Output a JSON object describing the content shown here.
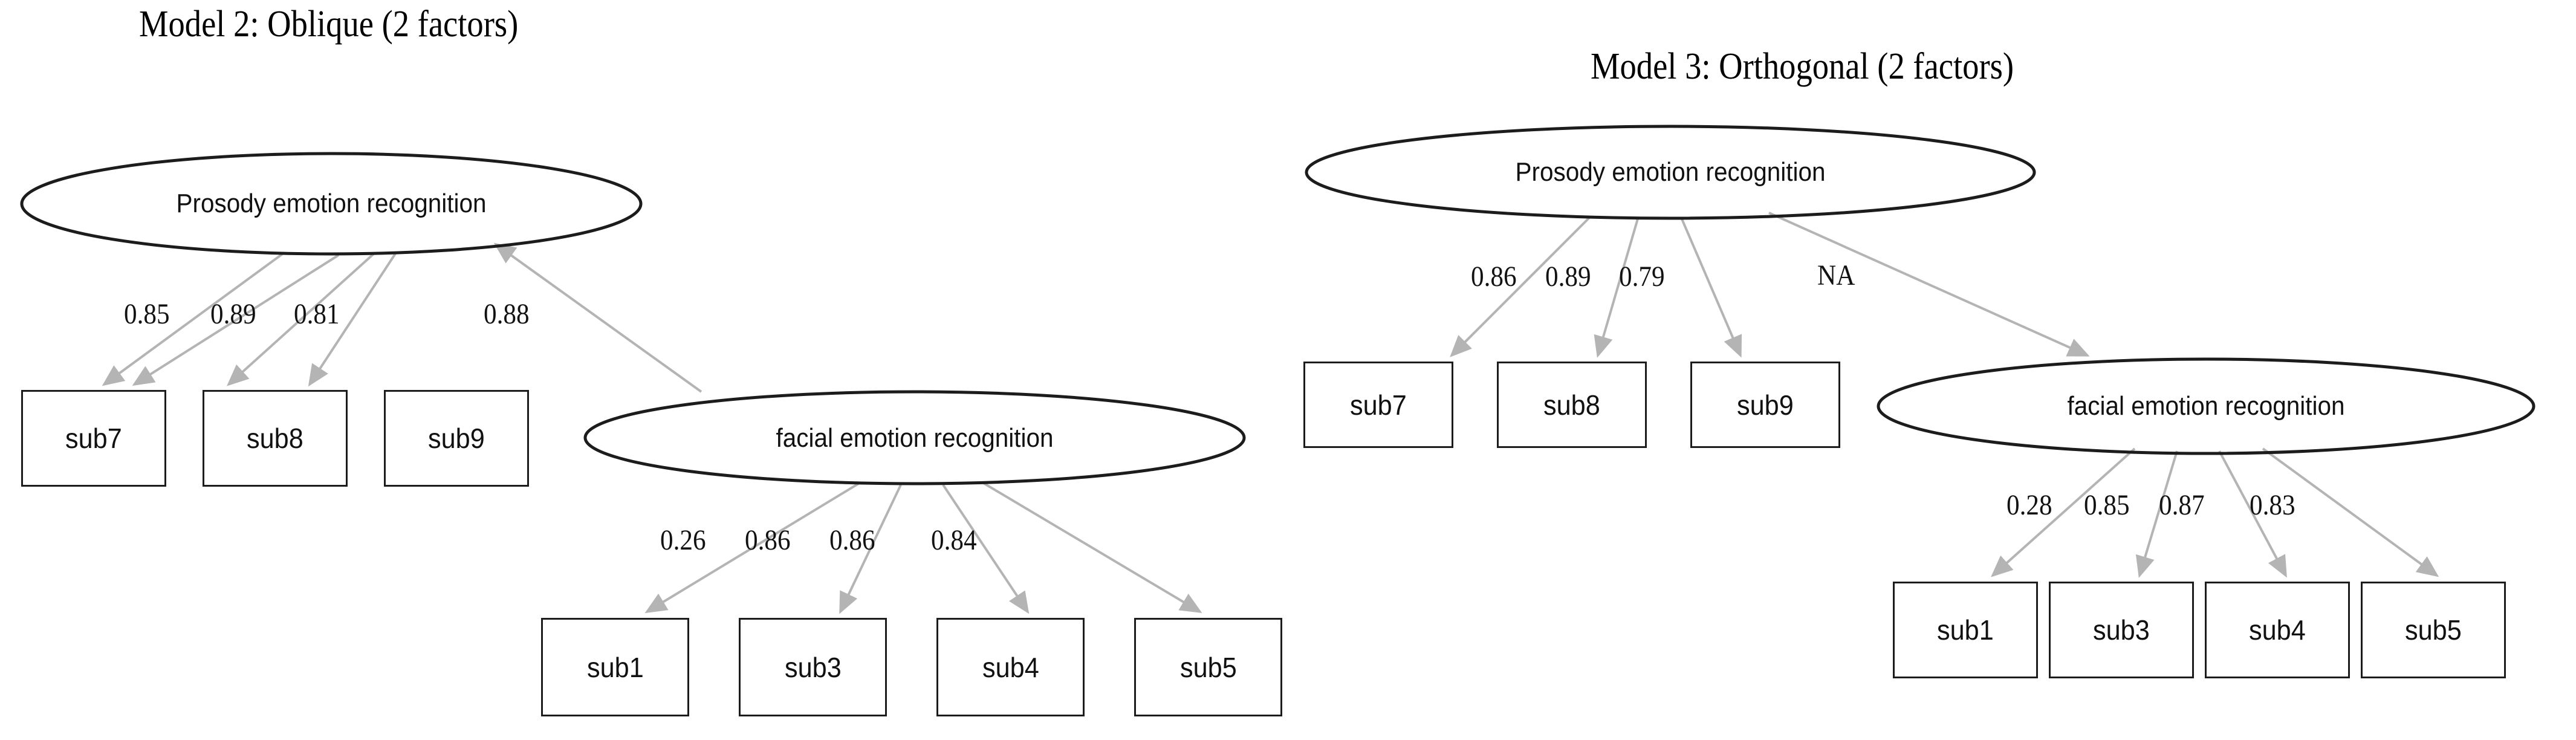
{
  "figure": {
    "type": "sem-path-diagram-pair",
    "background_color": "#ffffff",
    "node_stroke_color": "#1c1c1c",
    "edge_color": "#b0b0b0",
    "text_color": "#111111"
  },
  "panels": [
    {
      "id": "model-2",
      "title": "Model 2: Oblique (2 factors)",
      "latent_factors": [
        {
          "id": "prosody",
          "label": "Prosody emotion recognition"
        },
        {
          "id": "facial",
          "label": "facial emotion recognition"
        }
      ],
      "indicators": [
        {
          "id": "sub7",
          "label": "sub7"
        },
        {
          "id": "sub8",
          "label": "sub8"
        },
        {
          "id": "sub9",
          "label": "sub9"
        },
        {
          "id": "sub1",
          "label": "sub1"
        },
        {
          "id": "sub3",
          "label": "sub3"
        },
        {
          "id": "sub4",
          "label": "sub4"
        },
        {
          "id": "sub5",
          "label": "sub5"
        }
      ],
      "loadings": [
        {
          "from": "prosody",
          "to": "sub7",
          "value": "0.85"
        },
        {
          "from": "prosody",
          "to": "sub8",
          "value": "0.89"
        },
        {
          "from": "prosody",
          "to": "sub9",
          "value": "0.81"
        },
        {
          "from": "facial",
          "to": "prosody",
          "value": "0.88"
        },
        {
          "from": "facial",
          "to": "sub1",
          "value": "0.26"
        },
        {
          "from": "facial",
          "to": "sub3",
          "value": "0.86"
        },
        {
          "from": "facial",
          "to": "sub4",
          "value": "0.86"
        },
        {
          "from": "facial",
          "to": "sub5",
          "value": "0.84"
        }
      ]
    },
    {
      "id": "model-3",
      "title": "Model 3: Orthogonal (2 factors)",
      "latent_factors": [
        {
          "id": "prosody",
          "label": "Prosody emotion recognition"
        },
        {
          "id": "facial",
          "label": "facial emotion recognition"
        }
      ],
      "indicators": [
        {
          "id": "sub7",
          "label": "sub7"
        },
        {
          "id": "sub8",
          "label": "sub8"
        },
        {
          "id": "sub9",
          "label": "sub9"
        },
        {
          "id": "sub1",
          "label": "sub1"
        },
        {
          "id": "sub3",
          "label": "sub3"
        },
        {
          "id": "sub4",
          "label": "sub4"
        },
        {
          "id": "sub5",
          "label": "sub5"
        }
      ],
      "loadings": [
        {
          "from": "prosody",
          "to": "sub7",
          "value": "0.86"
        },
        {
          "from": "prosody",
          "to": "sub8",
          "value": "0.89"
        },
        {
          "from": "prosody",
          "to": "sub9",
          "value": "0.79"
        },
        {
          "from": "prosody",
          "to": "facial",
          "value": "NA"
        },
        {
          "from": "facial",
          "to": "sub1",
          "value": "0.28"
        },
        {
          "from": "facial",
          "to": "sub3",
          "value": "0.85"
        },
        {
          "from": "facial",
          "to": "sub4",
          "value": "0.87"
        },
        {
          "from": "facial",
          "to": "sub5",
          "value": "0.83"
        }
      ]
    }
  ]
}
